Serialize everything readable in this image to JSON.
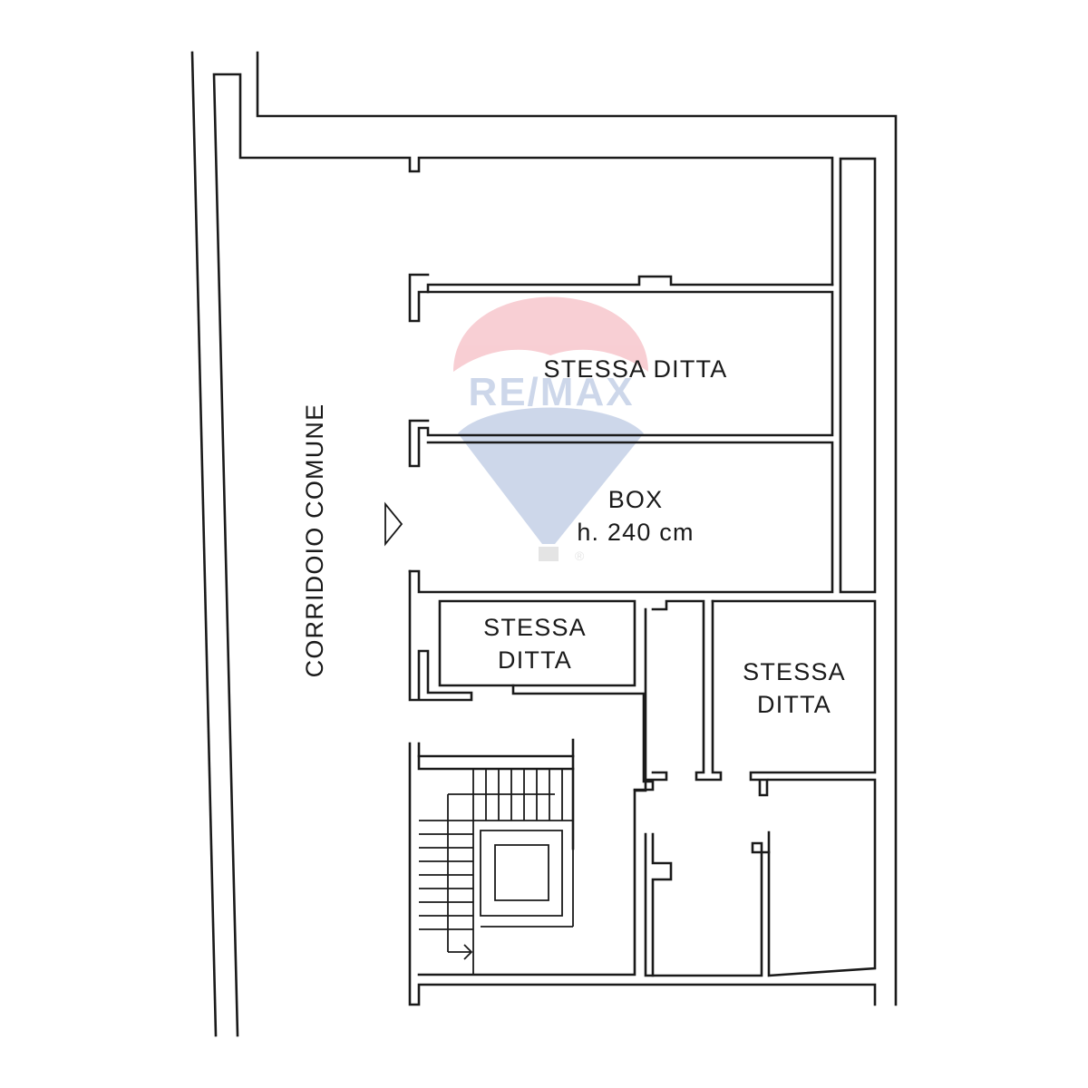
{
  "labels": {
    "room_top": "STESSA DITTA",
    "box_title": "BOX",
    "box_height": "h. 240 cm",
    "room_left_line1": "STESSA",
    "room_left_line2": "DITTA",
    "room_right_line1": "STESSA",
    "room_right_line2": "DITTA",
    "corridor": "CORRIDOIO COMUNE"
  },
  "watermark": {
    "brand": "RE/MAX",
    "registered_mark": "®"
  },
  "colors": {
    "line": "#1a1a1a",
    "watermark_red": "#e0243a",
    "watermark_blue": "#1f4fa3"
  }
}
